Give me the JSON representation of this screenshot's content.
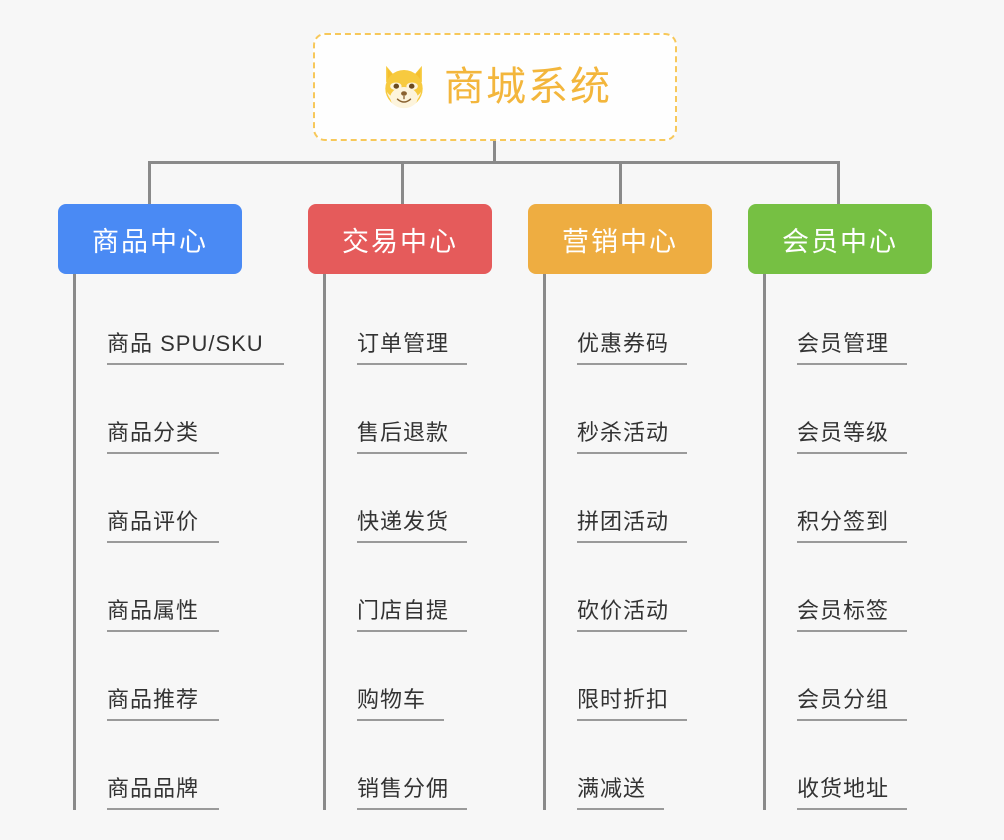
{
  "root": {
    "title": "商城系统",
    "icon": "shiba-inu-dog-face-emoji",
    "border_color": "#f7c85a",
    "text_color": "#f3b63c"
  },
  "canvas": {
    "background_color": "#f7f7f7",
    "connector_color": "#8a8a8a"
  },
  "branches": [
    {
      "label": "商品中心",
      "color": "#4a8af4",
      "items": [
        "商品 SPU/SKU",
        "商品分类",
        "商品评价",
        "商品属性",
        "商品推荐",
        "商品品牌"
      ]
    },
    {
      "label": "交易中心",
      "color": "#e55b5b",
      "items": [
        "订单管理",
        "售后退款",
        "快递发货",
        "门店自提",
        "购物车",
        "销售分佣"
      ]
    },
    {
      "label": "营销中心",
      "color": "#eead41",
      "items": [
        "优惠券码",
        "秒杀活动",
        "拼团活动",
        "砍价活动",
        "限时折扣",
        "满减送"
      ]
    },
    {
      "label": "会员中心",
      "color": "#76c043",
      "items": [
        "会员管理",
        "会员等级",
        "积分签到",
        "会员标签",
        "会员分组",
        "收货地址"
      ]
    }
  ]
}
